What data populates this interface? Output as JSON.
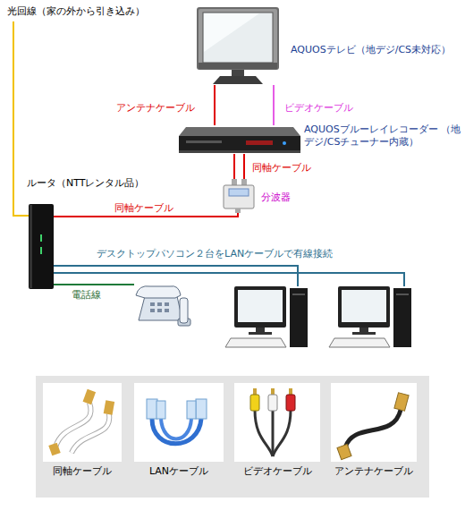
{
  "diagram": {
    "nodes": [
      {
        "text": [
          "AQUOSテレビ（地デジ/CS未対応）"
        ]
      },
      {
        "text": [
          "AQUOSブルーレイレコーダー （地デジ/CSチューナー内蔵）"
        ]
      },
      {
        "text": [
          "分波器"
        ]
      },
      {
        "text": [
          "ルータ（NTTレンタル品）"
        ]
      },
      {
        "text": []
      },
      {
        "text": []
      },
      {
        "text": []
      }
    ],
    "edges": [
      {
        "from": 0,
        "to": 1,
        "arrow": "none",
        "label": "アンテナケーブル"
      },
      {
        "from": 0,
        "to": 1,
        "arrow": "none",
        "label": "ビデオケーブル"
      },
      {
        "from": 1,
        "to": 2,
        "arrow": "none",
        "label": "同軸ケーブル"
      },
      {
        "from": 1,
        "to": 2,
        "arrow": "none"
      },
      {
        "from": 2,
        "to": 3,
        "arrow": "none",
        "label": "同軸ケーブル"
      },
      {
        "from": 3,
        "to": 5,
        "arrow": "none",
        "label": "デスクトップパソコン２台をLANケーブルで有線接続"
      },
      {
        "from": 3,
        "to": 6,
        "arrow": "none"
      },
      {
        "from": 3,
        "to": 4,
        "arrow": "none",
        "label": "電話線"
      }
    ],
    "labels": [
      "光回線（家の外から引き込み）"
    ],
    "legend": [
      {
        "text": "同軸ケーブル"
      },
      {
        "text": "LANケーブル"
      },
      {
        "text": "ビデオケーブル"
      },
      {
        "text": "アンテナケーブル"
      }
    ]
  }
}
